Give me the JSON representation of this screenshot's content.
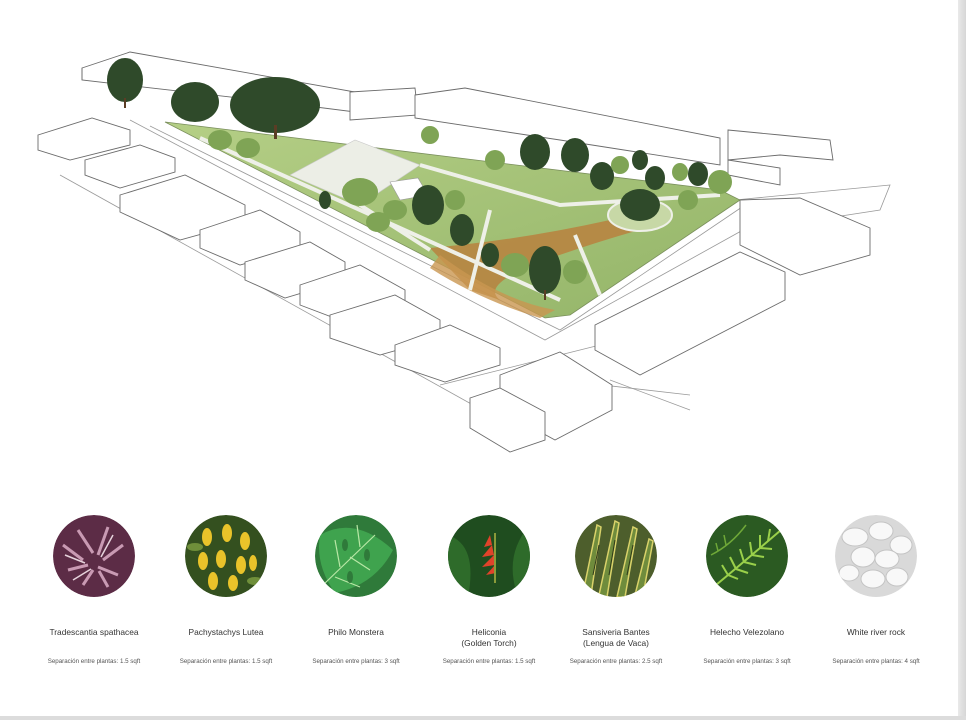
{
  "plants": [
    {
      "name": "Tradescantia spathacea",
      "spacing": "Separación entre plantas: 1.5 sqft",
      "icon": "tradescantia-photo"
    },
    {
      "name": "Pachystachys Lutea",
      "spacing": "Separación entre plantas: 1.5 sqft",
      "icon": "pachystachys-photo"
    },
    {
      "name": "Philo Monstera",
      "spacing": "Separación entre plantas: 3 sqft",
      "icon": "monstera-photo"
    },
    {
      "name": "Heliconia\n(Golden Torch)",
      "spacing": "Separación entre plantas: 1.5 sqft",
      "icon": "heliconia-photo"
    },
    {
      "name": "Sansiveria Bantes\n(Lengua de Vaca)",
      "spacing": "Separación entre plantas: 2.5 sqft",
      "icon": "sansevieria-photo"
    },
    {
      "name": "Helecho Velezolano",
      "spacing": "Separación entre plantas: 3 sqft",
      "icon": "fern-photo"
    },
    {
      "name": "White river rock",
      "spacing": "Separación entre plantas: 4 sqft",
      "icon": "river-rock-photo"
    }
  ],
  "colors": {
    "lawn": "#a7c37a",
    "tree_canopy": "#2f4a2a",
    "path": "#e9ebe2",
    "mulch": "#b9813e",
    "building_stroke": "#6b6b6b"
  }
}
